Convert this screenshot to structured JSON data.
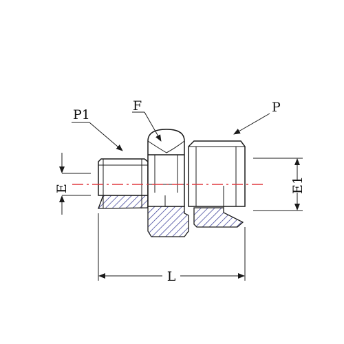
{
  "labels": {
    "p1": "P1",
    "f": "F",
    "p": "P",
    "e": "E",
    "e1": "E1",
    "l": "L"
  },
  "colors": {
    "centerline": "#e0393e",
    "hatch": "#2a2f8f",
    "outline": "#1a1a1a"
  }
}
